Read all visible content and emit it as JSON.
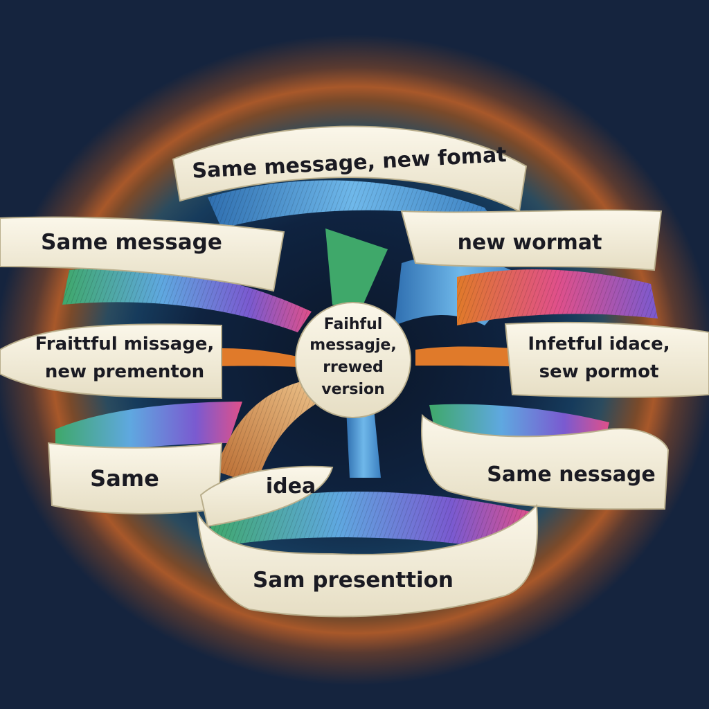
{
  "ribbons": {
    "top": "Same message, new fomat",
    "left_upper": "Same message",
    "right_upper": "new wormat",
    "left_middle_line1": "Fraittful missage,",
    "left_middle_line2": "new prementon",
    "right_middle_line1": "Infetful idace,",
    "right_middle_line2": "sew pormot",
    "lower_left": "Same",
    "lower_center": "idea",
    "lower_right": "Same nessage",
    "bottom": "Sam presenttion"
  },
  "center": {
    "line1": "Faihful",
    "line2": "messagje,",
    "line3": "rrewed",
    "line4": "version"
  },
  "colors": {
    "ribbon": "#f4efdc",
    "ribbon_shadow": "#cfc6a8",
    "blue": "#5fa8e0",
    "green": "#3fa86a",
    "pink": "#e0508a",
    "orange": "#e07a2a",
    "purple": "#7a5ad0",
    "tan": "#d8a060"
  }
}
